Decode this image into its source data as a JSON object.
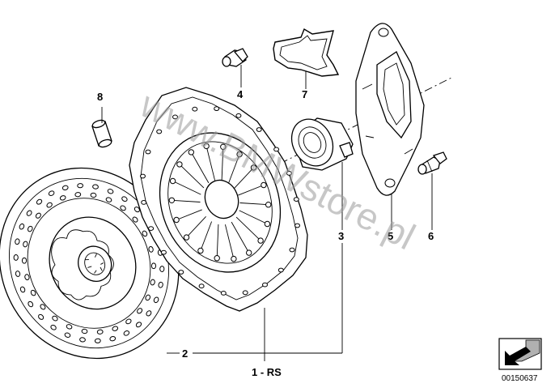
{
  "watermark": "www.BMWstore.pl",
  "diagram_code": "00150637",
  "callouts": {
    "p1": "1 - RS",
    "p2": "2",
    "p3": "3",
    "p4": "4",
    "p5": "5",
    "p6": "6",
    "p7": "7",
    "p8": "8"
  },
  "icons": {
    "nav": "arrow-navigation-icon"
  }
}
